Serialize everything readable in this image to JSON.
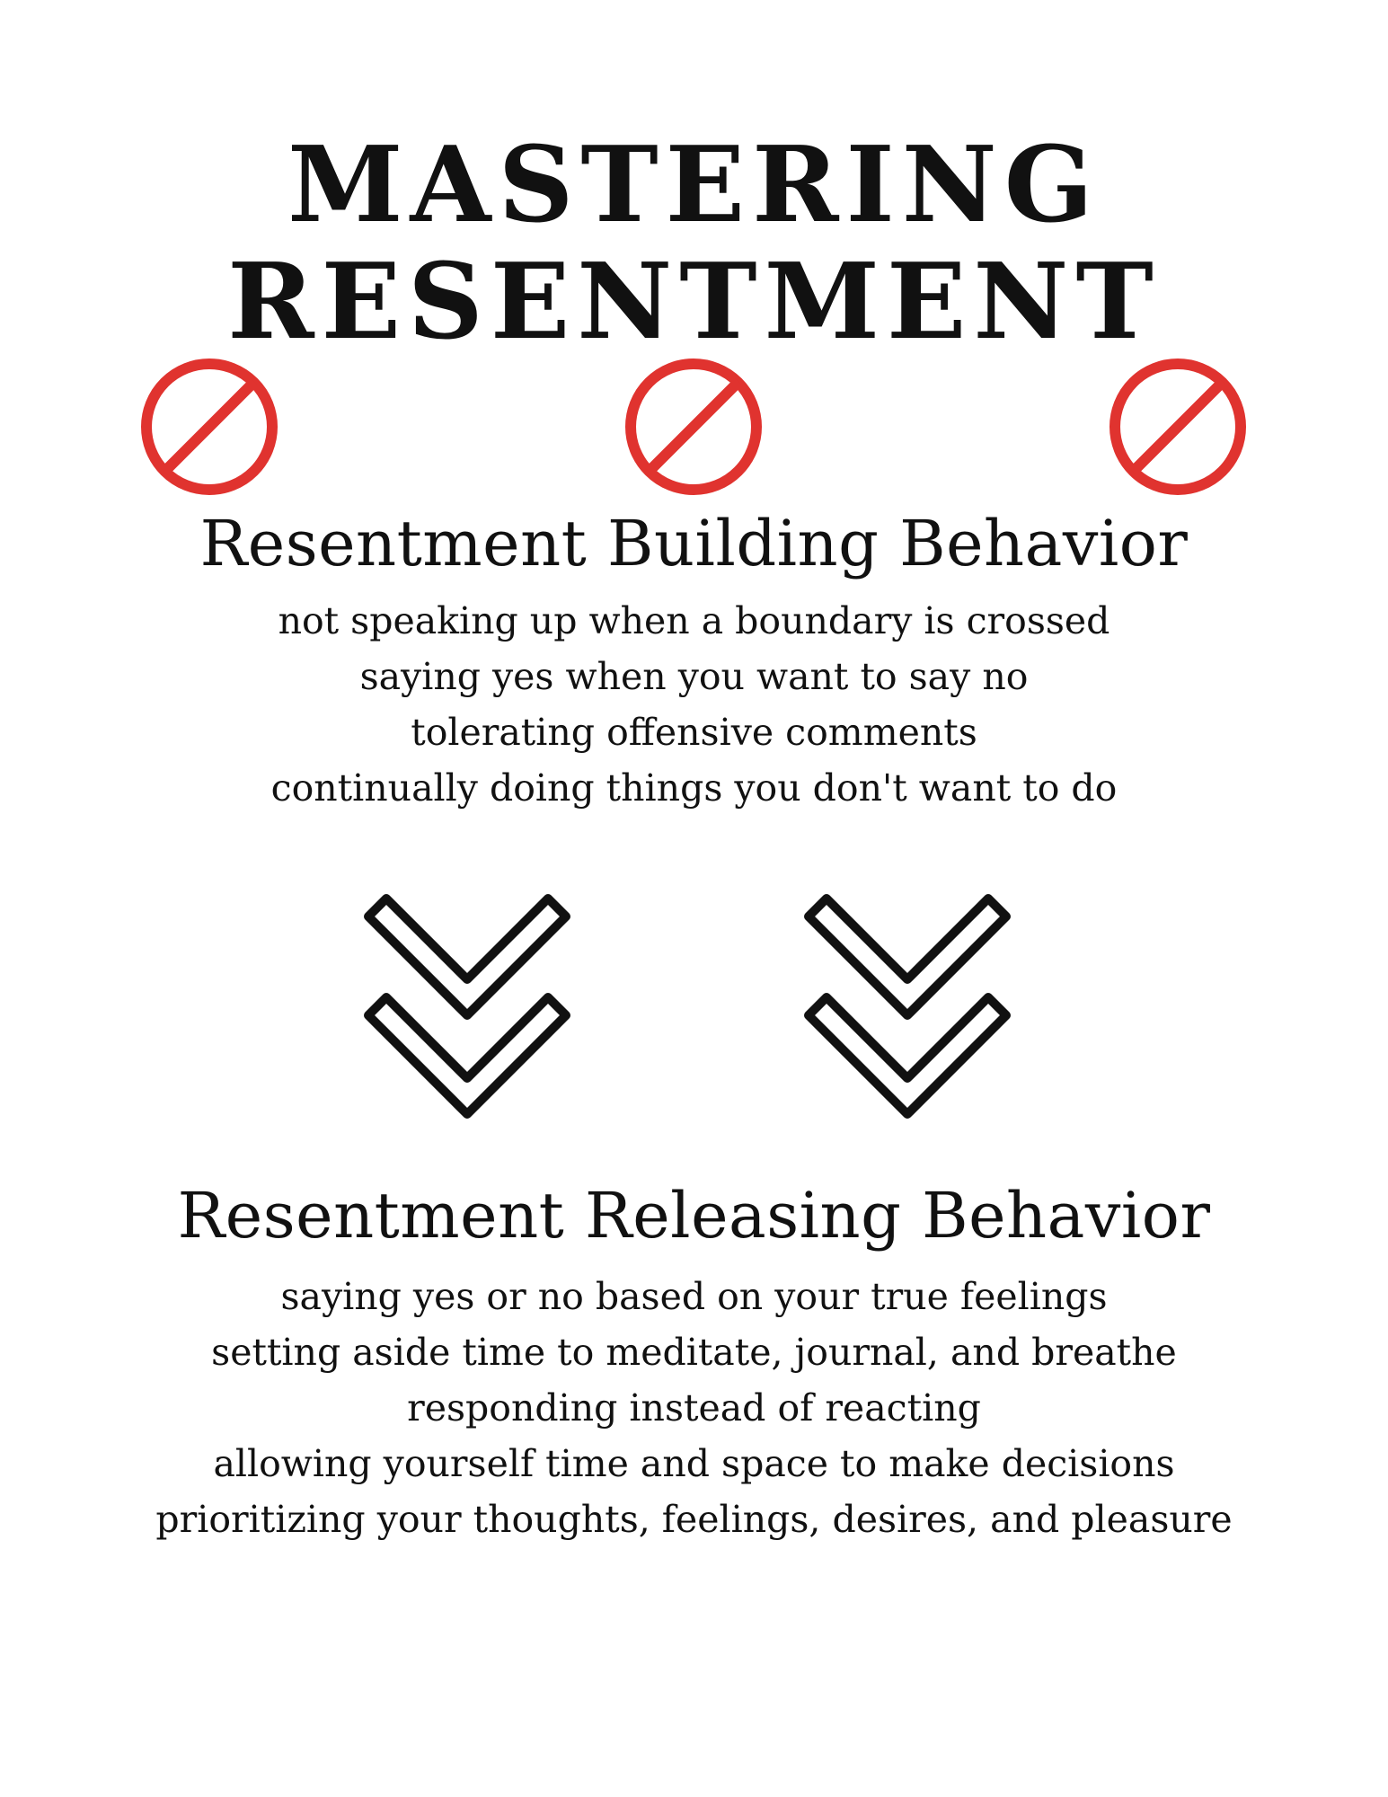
{
  "title": {
    "line1": "MASTERING",
    "line2": "RESENTMENT"
  },
  "icons": {
    "prohibited": "prohibited-icon",
    "double_chevron": "double-chevron-down-icon"
  },
  "colors": {
    "prohibited_red": "#E0332F",
    "text": "#111111",
    "background": "#FFFFFF"
  },
  "building": {
    "heading": "Resentment Building Behavior",
    "items": [
      "not speaking up when a boundary is crossed",
      "saying yes when you want to say no",
      "tolerating offensive comments",
      "continually doing things you don't want to do"
    ]
  },
  "releasing": {
    "heading": "Resentment Releasing Behavior",
    "items": [
      "saying yes or no based on your true feelings",
      "setting aside time to meditate, journal, and breathe",
      "responding instead of reacting",
      "allowing yourself time and space to make decisions",
      "prioritizing your thoughts, feelings, desires, and pleasure"
    ]
  }
}
